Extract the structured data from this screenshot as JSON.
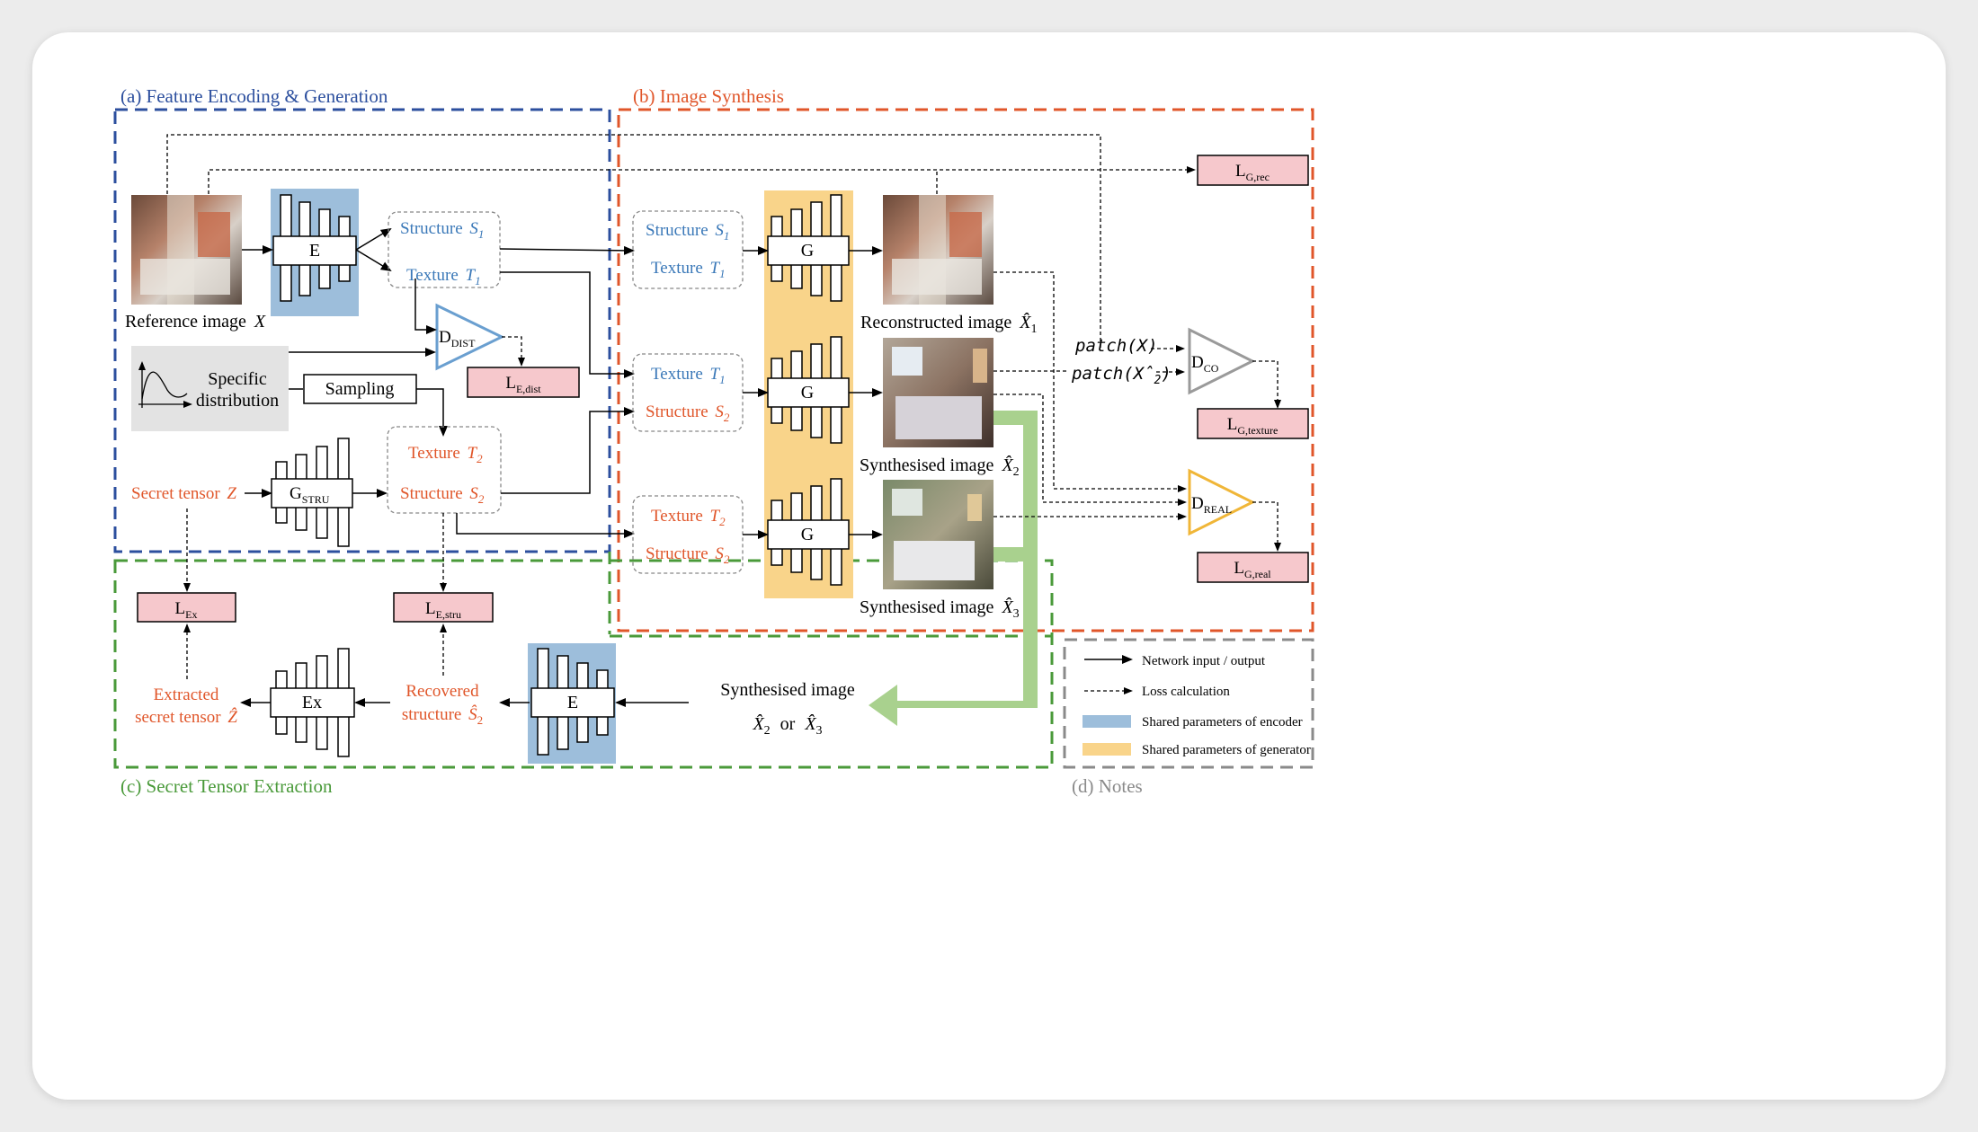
{
  "sections": {
    "a": "(a) Feature Encoding & Generation",
    "b": "(b) Image Synthesis",
    "c": "(c) Secret Tensor Extraction",
    "d": "(d) Notes"
  },
  "images": {
    "reference": "Reference image",
    "reference_sym": "X",
    "reconstructed": "Reconstructed image",
    "reconstructed_sym": "X̂",
    "reconstructed_sub": "1",
    "synth2": "Synthesised image",
    "synth2_sym": "X̂",
    "synth2_sub": "2",
    "synth3": "Synthesised image",
    "synth3_sym": "X̂",
    "synth3_sub": "3",
    "synth_any_line1": "Synthesised image",
    "synth_any_a": "X̂",
    "synth_any_a_sub": "2",
    "synth_any_or": "or",
    "synth_any_b": "X̂",
    "synth_any_b_sub": "3"
  },
  "nets": {
    "encoder": "E",
    "generator": "G",
    "gstru": "G",
    "gstru_sub": "STRU",
    "extractor": "Ex"
  },
  "discriminators": {
    "dist": "D",
    "dist_sub": "DIST",
    "co": "D",
    "co_sub": "CO",
    "real": "D",
    "real_sub": "REAL"
  },
  "losses": {
    "grec": "L",
    "grec_sub": "G,rec",
    "edist": "L",
    "edist_sub": "E,dist",
    "gtexture": "L",
    "gtexture_sub": "G,texture",
    "greal": "L",
    "greal_sub": "G,real",
    "ex": "L",
    "ex_sub": "Ex",
    "estru": "L",
    "estru_sub": "E,stru"
  },
  "features": {
    "structure": "Structure",
    "texture": "Texture",
    "s": "S",
    "t": "T",
    "sub1": "1",
    "sub2": "2"
  },
  "distribution": {
    "line1": "Specific",
    "line2": "distribution"
  },
  "sampling": "Sampling",
  "secret": {
    "label": "Secret tensor",
    "sym": "Z"
  },
  "extracted": {
    "line1": "Extracted",
    "line2": "secret tensor",
    "sym": "Ẑ"
  },
  "recovered": {
    "line1": "Recovered",
    "line2": "structure",
    "sym": "Ŝ",
    "sub": "2"
  },
  "patch": {
    "x": "patch(X)",
    "x2_pre": "patch(",
    "x2_sym": "X̂",
    "x2_sub": "2",
    "x2_post": ")"
  },
  "notes": [
    "Network input / output",
    "Loss calculation",
    "Shared parameters of encoder",
    "Shared parameters of generator"
  ],
  "colors": {
    "blue_section": "#2c4f9e",
    "orange_section": "#e0562a",
    "green_section": "#4a9a3a",
    "gray_section": "#8a8a8a",
    "encoder_fill": "#9dbedb",
    "generator_fill": "#f9d48a",
    "loss_fill": "#f6c8cc",
    "feature_blue": "#3a78b8",
    "feature_orange": "#e0562a",
    "green_arrow": "#a9d18e",
    "d_dist": "#6a9fd0",
    "d_co": "#9a9a9a",
    "d_real": "#f0b638"
  }
}
